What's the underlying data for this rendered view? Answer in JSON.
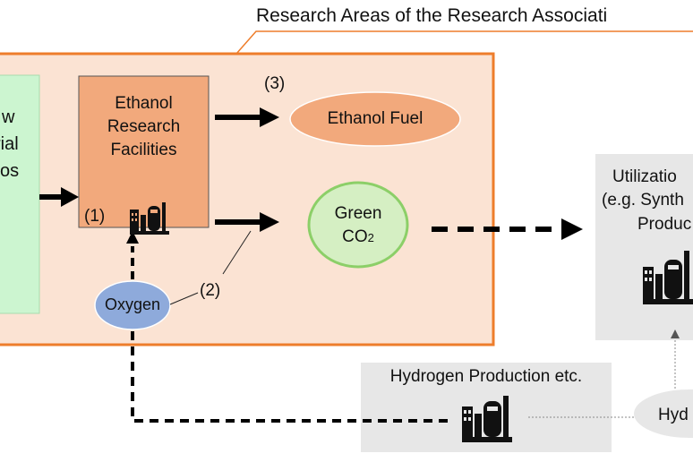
{
  "title": "Research Areas of the Research Associati",
  "left_box": {
    "lines": [
      "w",
      "rial",
      "os"
    ]
  },
  "ethanol_facility": {
    "lines": [
      "Ethanol",
      "Research",
      "Facilities"
    ],
    "number": "(1)",
    "icon": "factory-icon"
  },
  "ethanol_fuel": {
    "label": "Ethanol Fuel",
    "number": "(3)"
  },
  "green_co2": {
    "line1": "Green",
    "co": "CO",
    "sub": "2"
  },
  "oxygen": {
    "label": "Oxygen",
    "number": "(2)"
  },
  "utilization": {
    "lines": [
      "Utilizatio",
      "(e.g. Synth",
      "Produc"
    ],
    "icon": "factory-icon"
  },
  "hydrogen_production": {
    "label": "Hydrogen Production etc.",
    "icon": "factory-icon"
  },
  "hydrogen_oval": {
    "label": "Hyd"
  },
  "colors": {
    "orange_border": "#ee7d2b",
    "research_area_fill": "#fbe3d3",
    "facility_fill": "#f2a97c",
    "green_fill": "#d5efc3",
    "green_border": "#8ccf68",
    "left_box_fill": "#ccf5d0",
    "oxygen_fill": "#8eaadb",
    "gray_box": "#e7e7e7"
  }
}
